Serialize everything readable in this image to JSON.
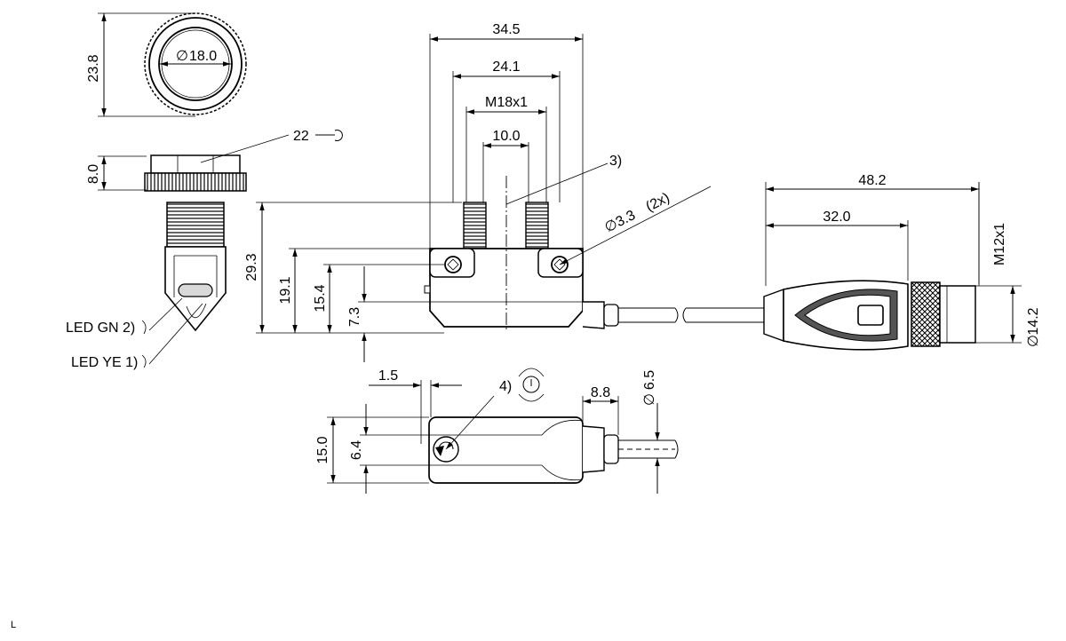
{
  "dimensions": {
    "top_view_height": "23.8",
    "top_view_diameter": "18.0",
    "nut_height": "8.0",
    "wrench_size": "22",
    "overall_width": "34.5",
    "inner_width": "24.1",
    "thread": "M18x1",
    "slot_width": "10.0",
    "hole_diameter": "3.3",
    "hole_count": "(2x)",
    "height_total": "29.3",
    "height_body": "19.1",
    "height_mid": "15.4",
    "height_low": "7.3",
    "cable_length": "48.2",
    "connector_length": "32.0",
    "connector_thread": "M12x1",
    "connector_diameter": "14.2",
    "offset": "1.5",
    "cable_offset": "8.8",
    "cable_diameter": "6.5",
    "depth": "15.0",
    "depth_inner": "6.4"
  },
  "callouts": {
    "c3": "3)",
    "c4": "4)",
    "led_green": "LED GN 2)",
    "led_yellow": "LED YE 1)",
    "diameter_symbol": "∅"
  },
  "footer": {
    "mark": "L"
  }
}
